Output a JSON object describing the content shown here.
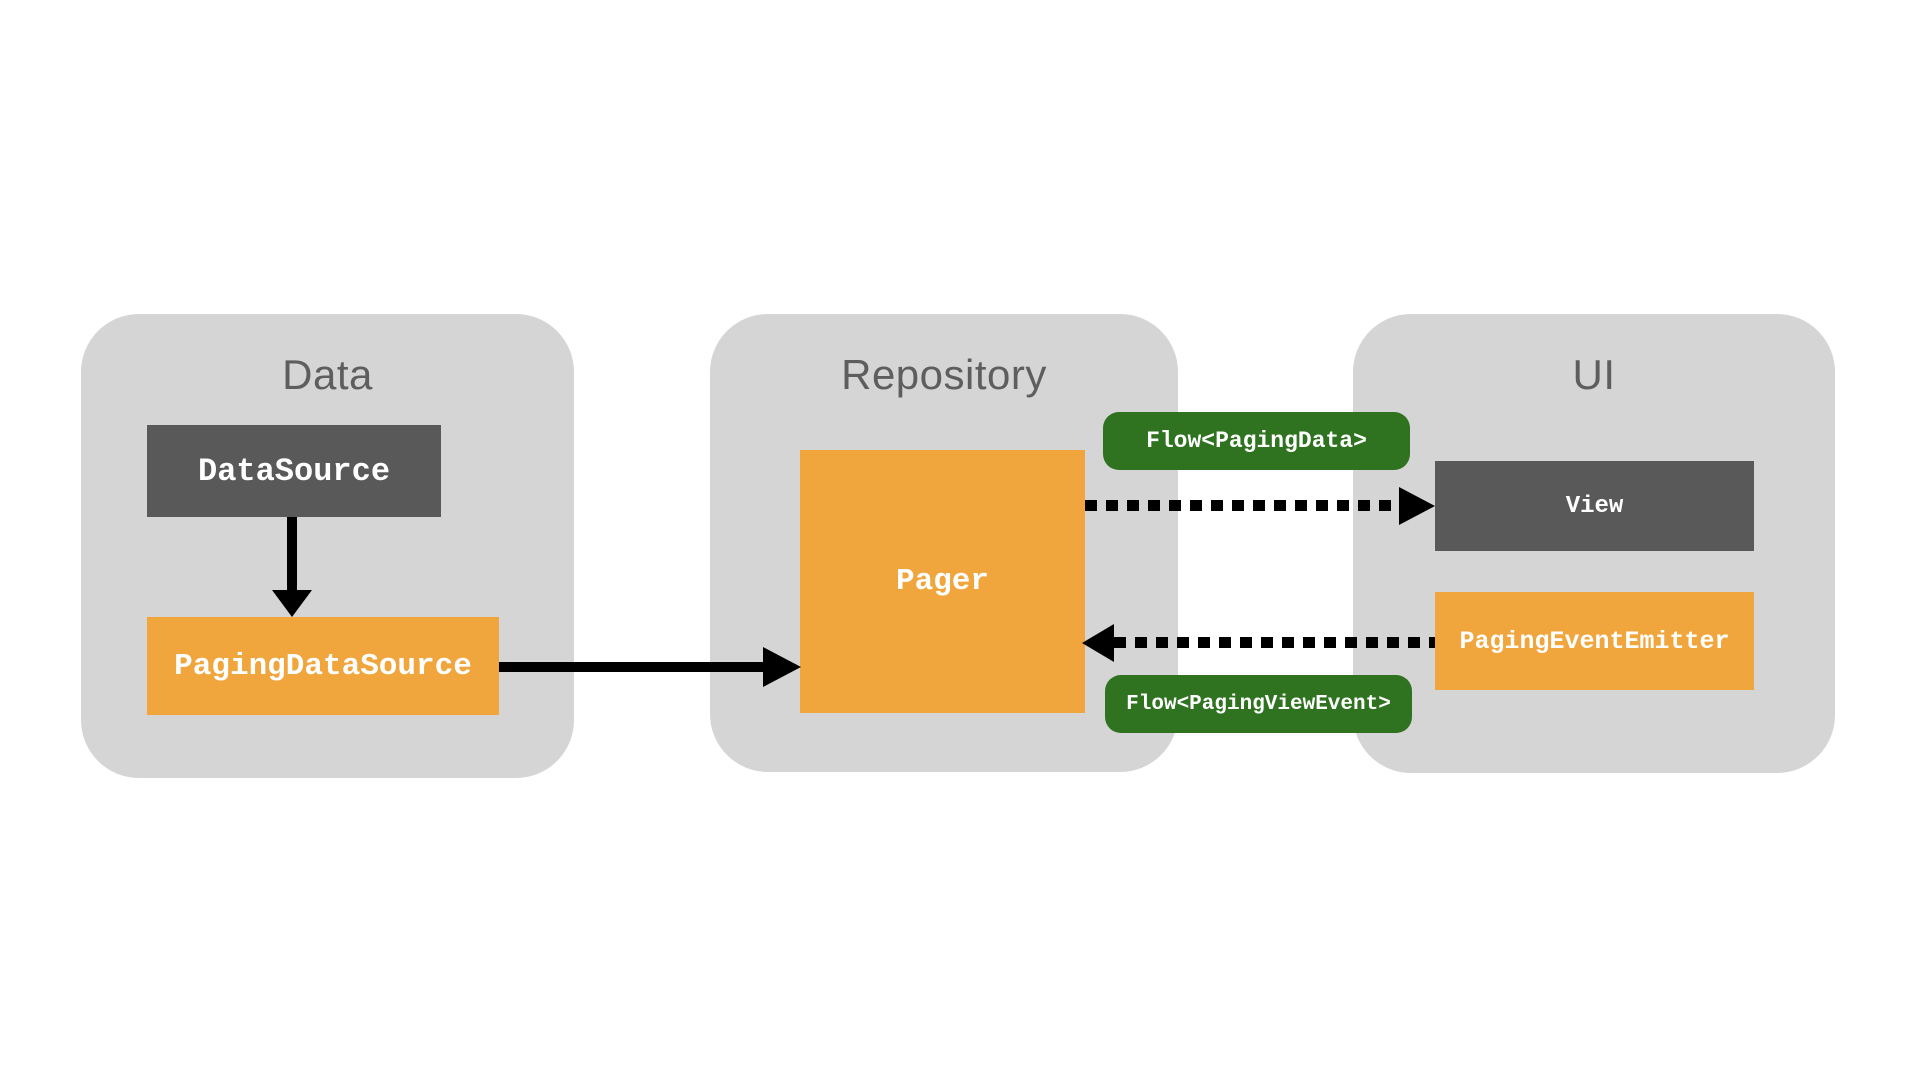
{
  "diagram": {
    "containers": [
      {
        "id": "data",
        "label": "Data"
      },
      {
        "id": "repository",
        "label": "Repository"
      },
      {
        "id": "ui",
        "label": "UI"
      }
    ],
    "nodes": {
      "datasource": {
        "label": "DataSource",
        "style": "dark"
      },
      "pagingdatasource": {
        "label": "PagingDataSource",
        "style": "orange"
      },
      "pager": {
        "label": "Pager",
        "style": "orange"
      },
      "view": {
        "label": "View",
        "style": "dark"
      },
      "pagingeventemitter": {
        "label": "PagingEventEmitter",
        "style": "orange"
      }
    },
    "flow_badges": {
      "paging_data": {
        "label": "Flow<PagingData>"
      },
      "paging_view_event": {
        "label": "Flow<PagingViewEvent>"
      }
    },
    "arrows": [
      {
        "from": "DataSource",
        "to": "PagingDataSource",
        "style": "solid"
      },
      {
        "from": "PagingDataSource",
        "to": "Pager",
        "style": "solid"
      },
      {
        "from": "Pager",
        "to": "View",
        "style": "dashed",
        "label": "Flow<PagingData>"
      },
      {
        "from": "PagingEventEmitter",
        "to": "Pager",
        "style": "dashed",
        "label": "Flow<PagingViewEvent>"
      }
    ],
    "colors": {
      "page_bg": "#ffffff",
      "container_bg": "#d5d5d5",
      "title_text": "#5e5e5e",
      "node_dark": "#595959",
      "node_orange": "#f0a63c",
      "badge_green": "#2f7320",
      "node_text": "#ffffff",
      "arrow": "#000000"
    }
  }
}
